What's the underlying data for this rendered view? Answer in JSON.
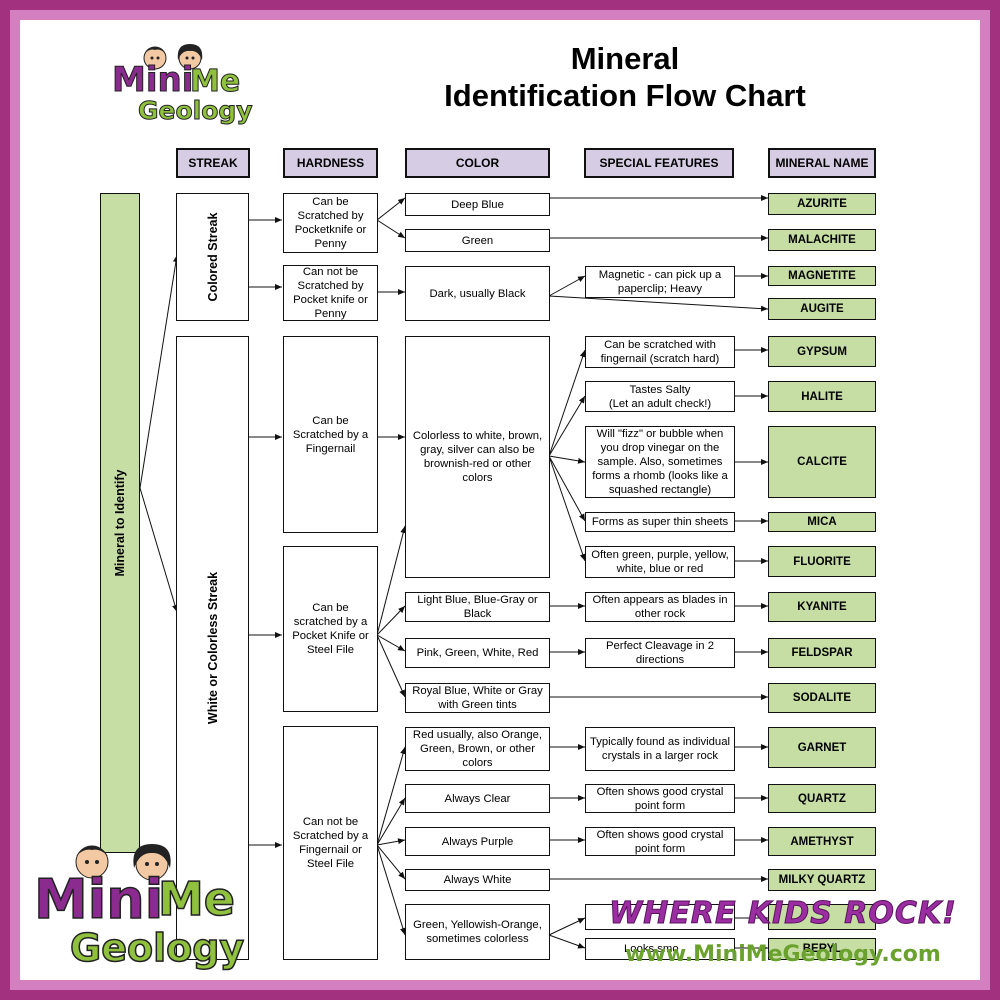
{
  "title_line1": "Mineral",
  "title_line2": "Identification Flow Chart",
  "headers": {
    "streak": "STREAK",
    "hardness": "HARDNESS",
    "color": "COLOR",
    "special": "SPECIAL FEATURES",
    "mineral": "MINERAL NAME"
  },
  "root": "Mineral to Identify",
  "streaks": {
    "colored": "Colored Streak",
    "white": "White or Colorless Streak"
  },
  "hardness": {
    "h1": "Can be Scratched by Pocketknife or Penny",
    "h2": "Can not be Scratched by Pocket knife or Penny",
    "h3": "Can be Scratched by a Fingernail",
    "h4": "Can be scratched by a Pocket Knife or Steel File",
    "h5": "Can not be Scratched by a Fingernail or Steel File"
  },
  "colors": {
    "c1": "Deep Blue",
    "c2": "Green",
    "c3": "Dark, usually Black",
    "c4": "Colorless to white, brown, gray, silver can also be brownish-red or other colors",
    "c5": "Light Blue, Blue-Gray or Black",
    "c6": "Pink, Green, White, Red",
    "c7": "Royal Blue, White or Gray with Green tints",
    "c8": "Red usually, also Orange, Green, Brown, or other colors",
    "c9": "Always Clear",
    "c10": "Always Purple",
    "c11": "Always White",
    "c12": "Green, Yellowish-Orange, sometimes colorless"
  },
  "features": {
    "f1": "Magnetic - can pick up a paperclip; Heavy",
    "f2": "Can be scratched with fingernail (scratch hard)",
    "f3": "Tastes Salty\n(Let an adult check!)",
    "f4": "Will \"fizz\" or bubble when you drop vinegar on the sample.  Also, sometimes forms a rhomb (looks like a squashed rectangle)",
    "f5": "Forms as super thin sheets",
    "f6": "Often green, purple, yellow, white, blue or red",
    "f7": "Often appears as blades in other rock",
    "f8": "Perfect Cleavage in 2 directions",
    "f9": "Typically found as individual crystals in a larger rock",
    "f10": "Often shows good crystal point form",
    "f11": "Often shows good crystal point form",
    "f12": "",
    "f13": "Looks smo"
  },
  "minerals": {
    "m1": "AZURITE",
    "m2": "MALACHITE",
    "m3": "MAGNETITE",
    "m4": "AUGITE",
    "m5": "GYPSUM",
    "m6": "HALITE",
    "m7": "CALCITE",
    "m8": "MICA",
    "m9": "FLUORITE",
    "m10": "KYANITE",
    "m11": "FELDSPAR",
    "m12": "SODALITE",
    "m13": "GARNET",
    "m14": "QUARTZ",
    "m15": "AMETHYST",
    "m16": "MILKY QUARTZ",
    "m17": "",
    "m18": "BERYL"
  },
  "branding": {
    "logo_top_word1": "Mini",
    "logo_top_word2": "Me",
    "logo_top_word3": "Geology",
    "logo_bottom_word1": "Mini",
    "logo_bottom_word2": "Me",
    "logo_bottom_word3": "Geology",
    "tagline": "WHERE KIDS ROCK!",
    "url": "www.MiniMeGeology.com"
  },
  "colors_theme": {
    "frame_outer": "#a2327f",
    "frame_inner": "#d37fc0",
    "header_fill": "#d6cde5",
    "mineral_fill": "#c6dea4",
    "brand_purple": "#9b2ea0",
    "brand_green": "#6aa12f"
  }
}
